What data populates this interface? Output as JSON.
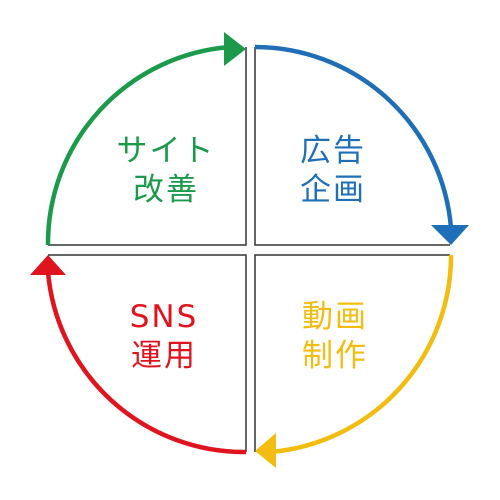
{
  "quadrants": [
    {
      "position": "top-left",
      "line1": "サイト",
      "line2": "改善",
      "color": "#1a9a4a",
      "arrow": "right"
    },
    {
      "position": "top-right",
      "line1": "広告",
      "line2": "企画",
      "color": "#1e6fb8",
      "arrow": "down"
    },
    {
      "position": "bottom-right",
      "line1": "動画",
      "line2": "制作",
      "color": "#f2bd10",
      "arrow": "left"
    },
    {
      "position": "bottom-left",
      "line1": "SNS",
      "line2": "運用",
      "color": "#e0141e",
      "arrow": "up"
    }
  ],
  "divider_color": "#333333"
}
